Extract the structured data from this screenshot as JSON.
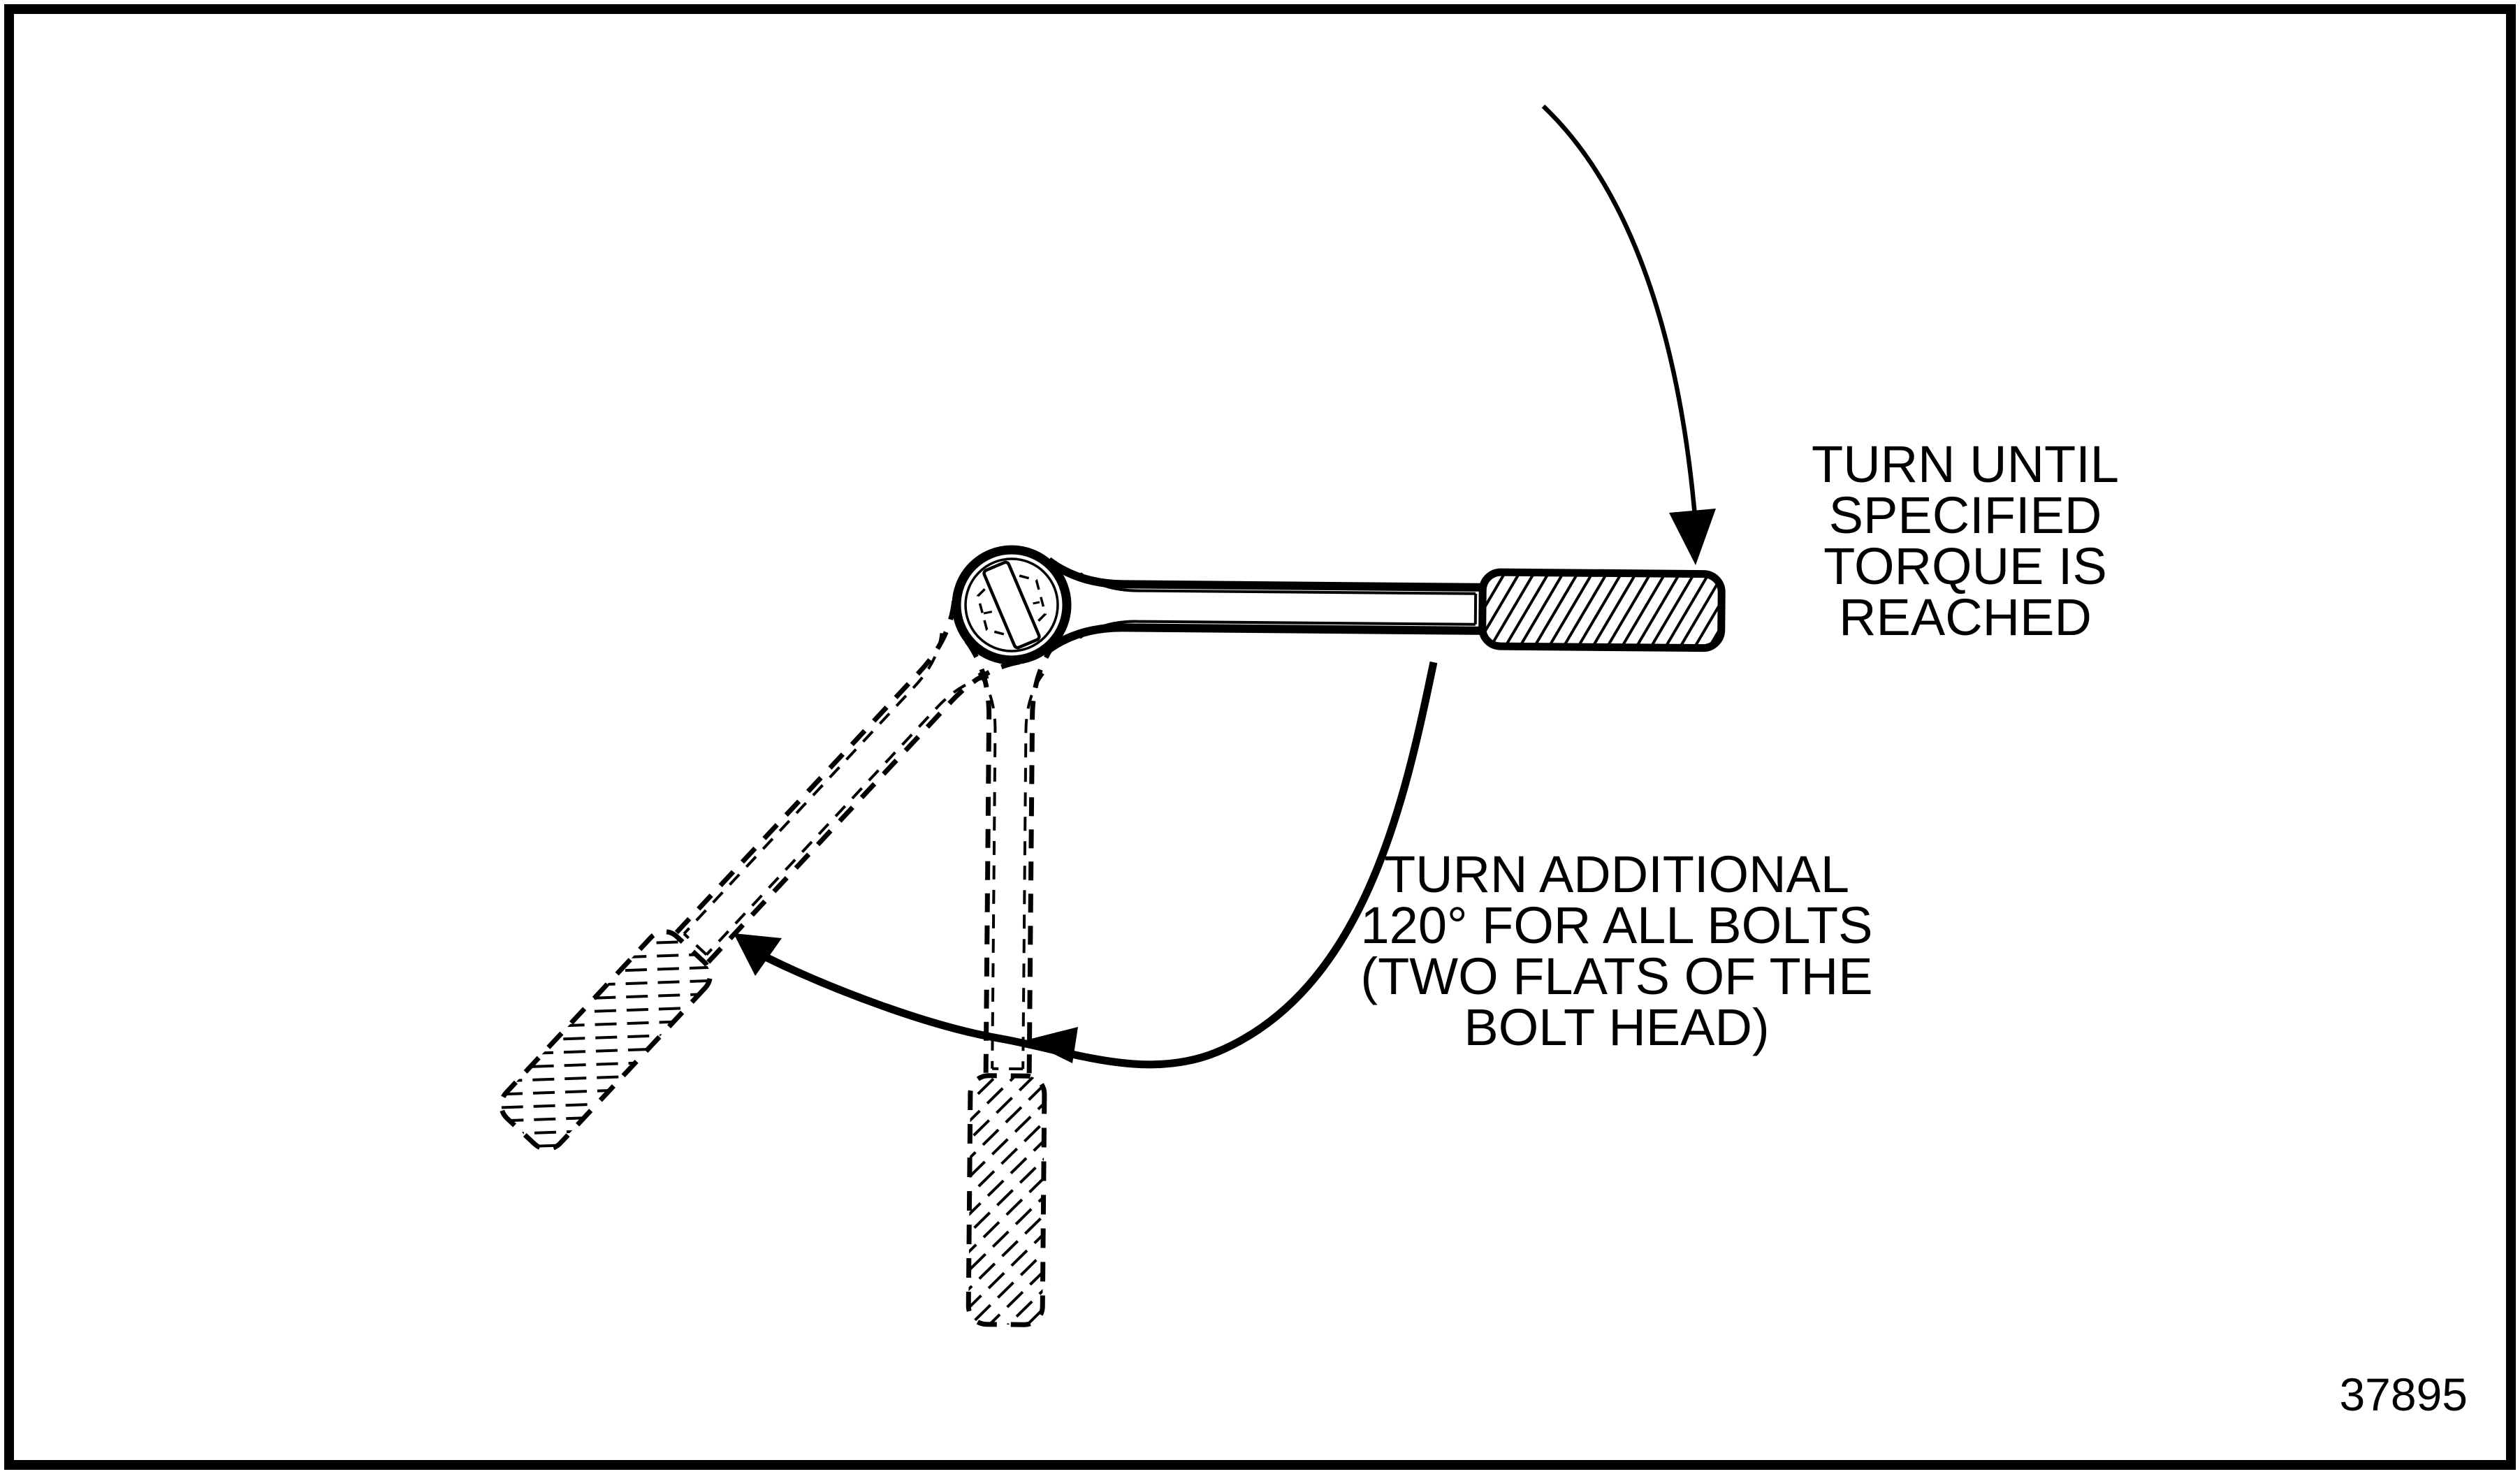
{
  "figure": {
    "annotation_top": {
      "lines": [
        "TURN UNTIL",
        "SPECIFIED",
        "TORQUE IS",
        "REACHED"
      ]
    },
    "annotation_bottom": {
      "lines": [
        "TURN ADDITIONAL",
        "120° FOR ALL BOLTS",
        "(TWO FLATS OF THE",
        "BOLT HEAD)"
      ]
    },
    "figure_number": "37895",
    "colors": {
      "ink": "#000000",
      "background": "#ffffff"
    },
    "icons": {
      "torque_arrow": "curved-arrow-down-icon",
      "rotation_arc": "counterclockwise-sweep-arrow-icon"
    }
  }
}
